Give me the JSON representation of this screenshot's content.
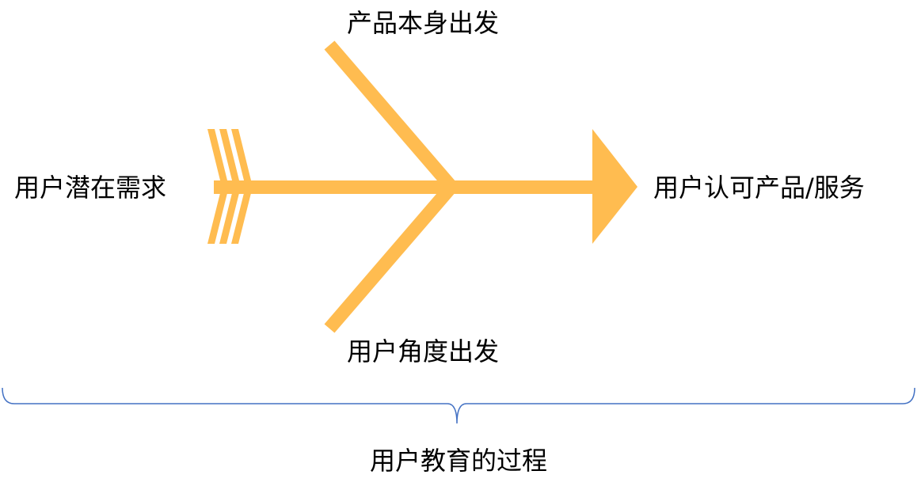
{
  "labels": {
    "left": "用户潜在需求",
    "top": "产品本身出发",
    "bottom": "用户角度出发",
    "right": "用户认可产品/服务",
    "brace": "用户教育的过程"
  },
  "colors": {
    "arrow": "#FFBC50",
    "brace": "#4472C4"
  }
}
